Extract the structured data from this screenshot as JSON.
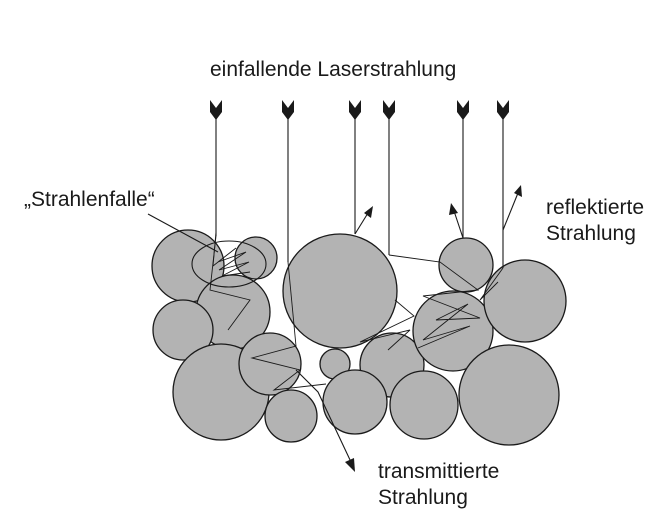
{
  "labels": {
    "incident": "einfallende Laserstrahlung",
    "trap": "„Strahlenfalle“",
    "reflected_line1": "reflektierte",
    "reflected_line2": "Strahlung",
    "transmitted_line1": "transmittierte",
    "transmitted_line2": "Strahlung"
  },
  "colors": {
    "particle_fill": "#b3b3b3",
    "stroke": "#1a1a1a"
  }
}
